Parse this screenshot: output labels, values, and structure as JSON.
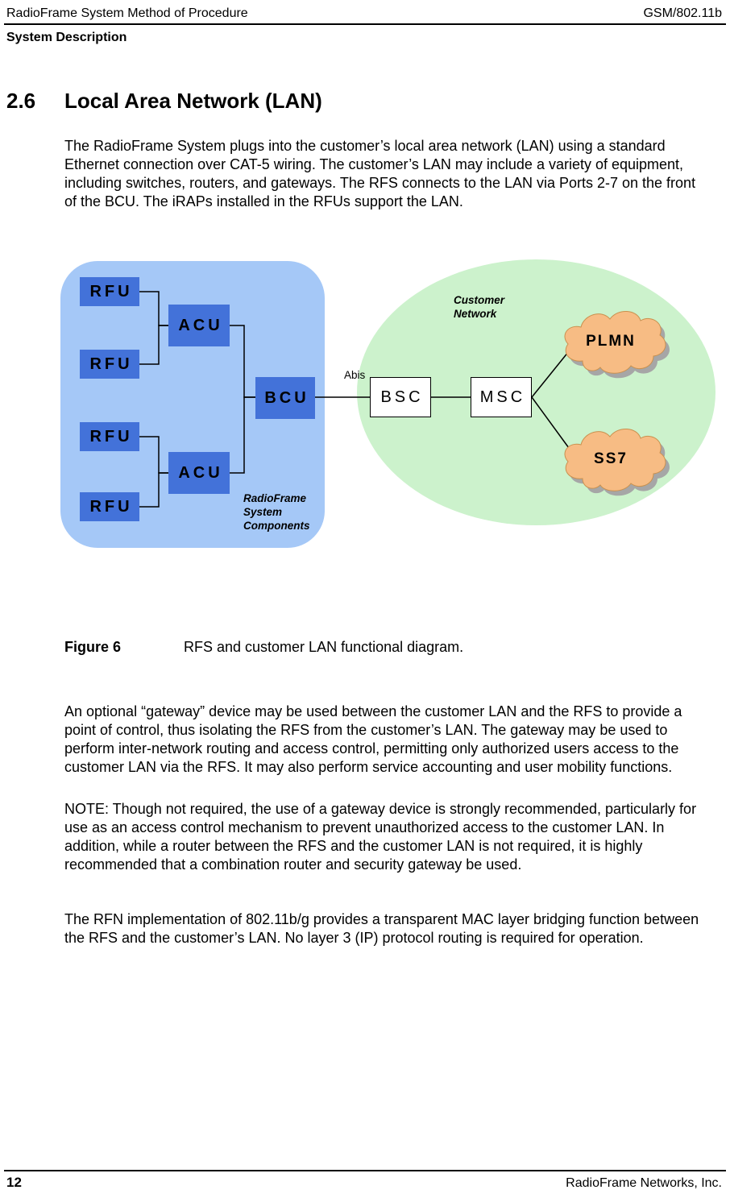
{
  "header": {
    "doc_title": "RadioFrame System Method of Procedure",
    "doc_code": "GSM/802.11b",
    "section_label": "System Description"
  },
  "section": {
    "number": "2.6",
    "title": "Local Area Network (LAN)"
  },
  "body": {
    "p1": "The RadioFrame System plugs into the customer’s local area network (LAN) using a standard Ethernet connection over CAT-5 wiring. The customer’s LAN may include a variety of equipment, including switches, routers, and gateways. The RFS connects to the LAN via Ports 2-7 on the front of the BCU. The iRAPs installed in the RFUs support the LAN.",
    "p2": "An optional “gateway” device may be used between the customer LAN and the RFS to provide a point of control, thus isolating the RFS from the customer’s LAN. The gateway may be used to perform inter-network routing and access control, permitting only authorized users access to the customer LAN via the RFS. It may also perform service accounting and user mobility functions.",
    "p3": "NOTE:  Though not required, the use of a gateway device is strongly recommended, particularly for use as an access control mechanism to prevent unauthorized access to the customer LAN. In addition, while a router between the RFS and the customer LAN is not required, it is highly recommended that a combination router and security gateway be used.",
    "p4": "The RFN implementation of 802.11b/g provides a transparent MAC layer bridging function between the RFS and the customer’s LAN. No layer 3 (IP) protocol routing is required for operation."
  },
  "figure": {
    "label": "Figure 6",
    "caption": "RFS and customer LAN functional diagram."
  },
  "diagram": {
    "nodes": {
      "rfu1": "RFU",
      "rfu2": "RFU",
      "rfu3": "RFU",
      "rfu4": "RFU",
      "acu1": "ACU",
      "acu2": "ACU",
      "bcu": "BCU",
      "bsc": "BSC",
      "msc": "MSC",
      "plmn": "PLMN",
      "ss7": "SS7"
    },
    "labels": {
      "abis": "Abis",
      "customer_network_l1": "Customer",
      "customer_network_l2": "Network",
      "components_l1": "RadioFrame",
      "components_l2": "System",
      "components_l3": "Components"
    },
    "colors": {
      "panel_blue": "#A5C8F7",
      "node_blue": "#4372D9",
      "network_green": "#CCF2CC",
      "cloud_orange": "#F7BC84",
      "cloud_shadow": "#A6A6A6"
    }
  },
  "footer": {
    "page_number": "12",
    "company": "RadioFrame Networks, Inc."
  }
}
